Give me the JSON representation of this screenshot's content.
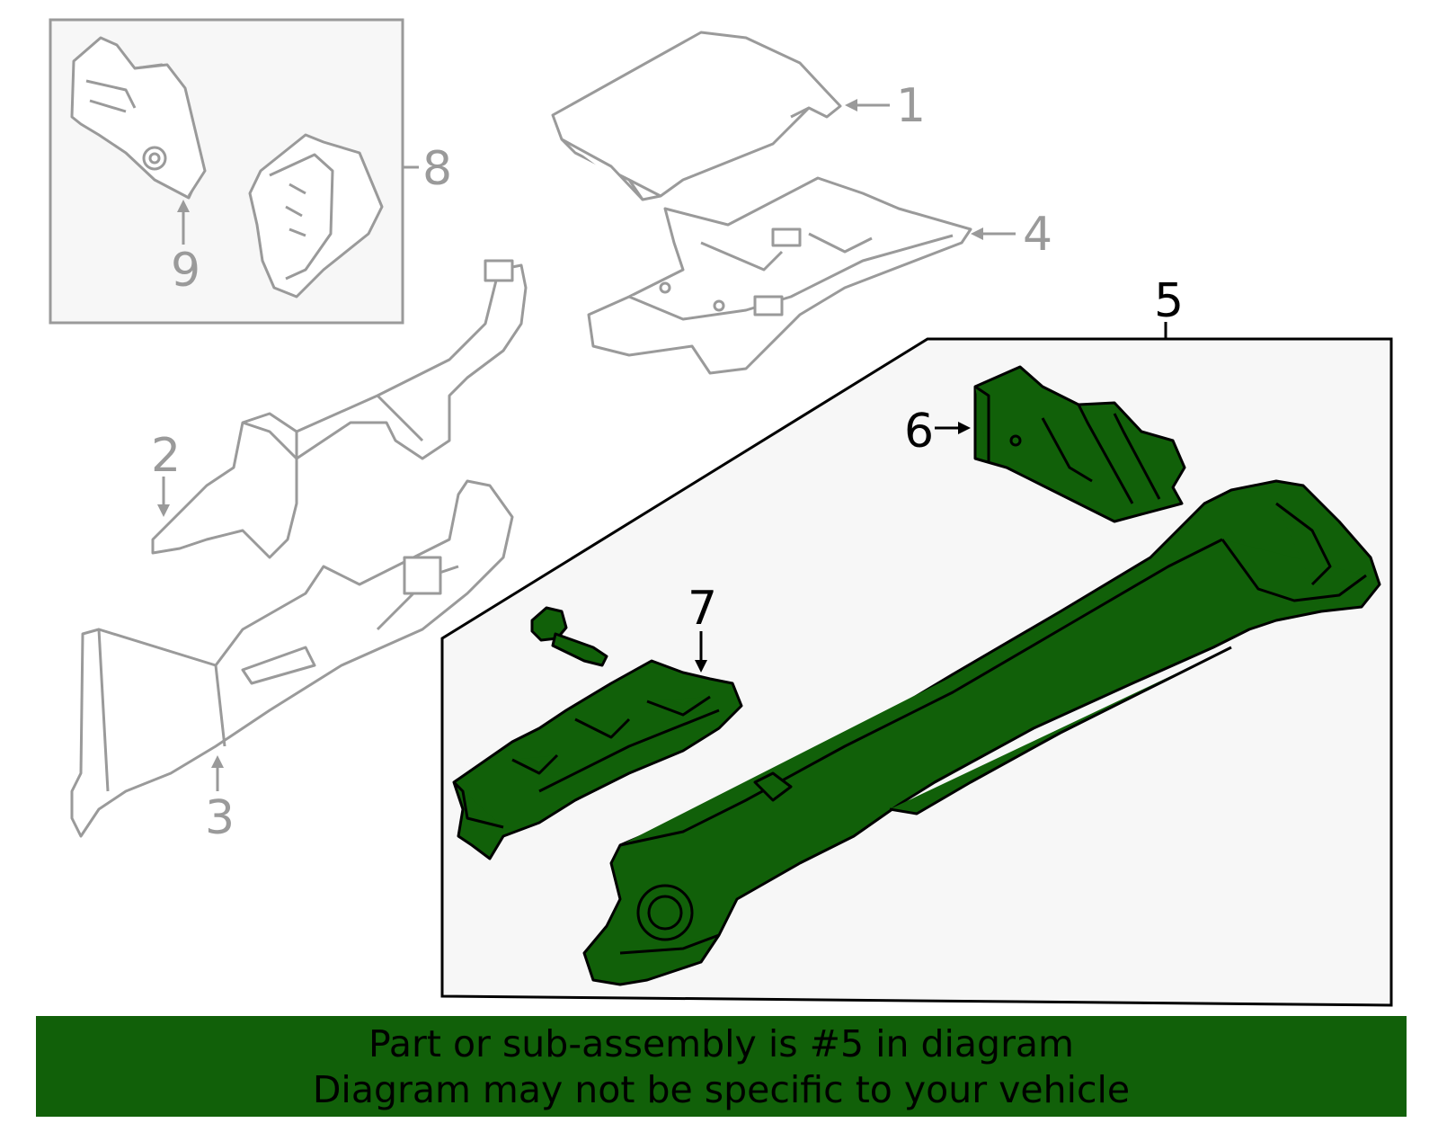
{
  "callouts": {
    "c1": "1",
    "c2": "2",
    "c3": "3",
    "c4": "4",
    "c5": "5",
    "c6": "6",
    "c7": "7",
    "c8": "8",
    "c9": "9"
  },
  "banner": {
    "line1": "Part or sub-assembly is #5 in diagram",
    "line2": "Diagram may not be specific to your vehicle"
  },
  "colors": {
    "highlight": "#116009",
    "outline_grey": "#9a9a9a",
    "panel_bg": "#f7f7f7"
  }
}
